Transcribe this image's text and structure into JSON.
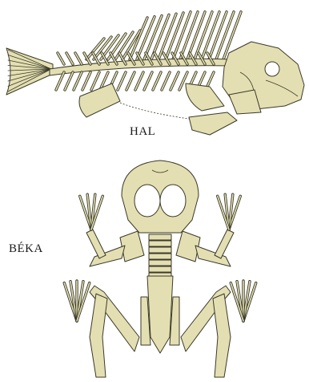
{
  "labels": {
    "fish": "HAL",
    "frog": "BÉKA"
  },
  "colors": {
    "bone_fill": "#e4dfb2",
    "bone_stroke": "#3a3a2a",
    "background": "#ffffff",
    "text": "#1a1a1a"
  },
  "figures": [
    {
      "name": "fish-skeleton",
      "label_key": "fish"
    },
    {
      "name": "frog-skeleton",
      "label_key": "frog"
    }
  ]
}
